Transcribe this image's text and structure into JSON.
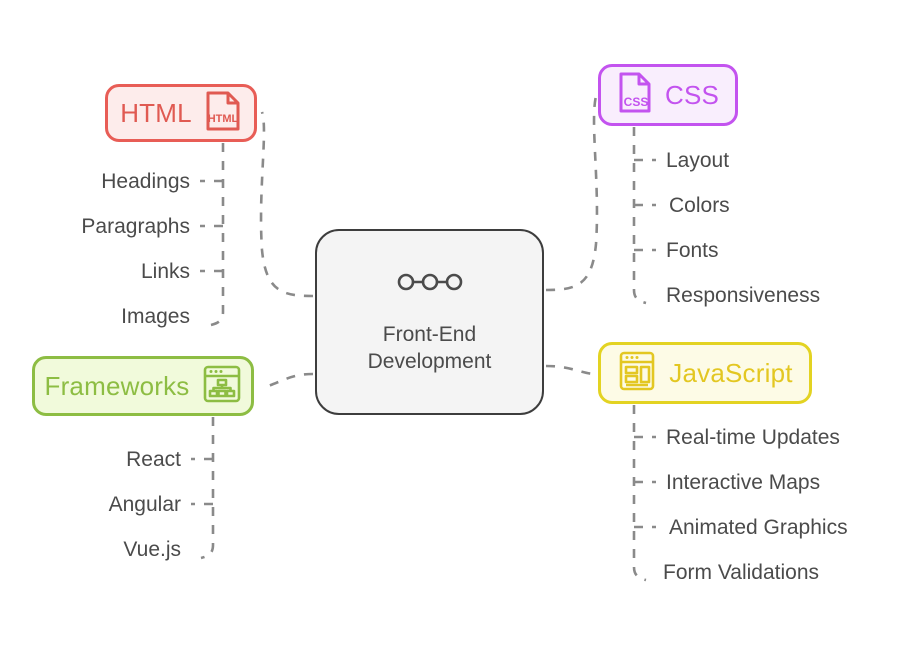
{
  "diagram": {
    "type": "mind-map",
    "title": "Front-End Development",
    "background_color": "#ffffff",
    "connector_color": "#8a8a8a",
    "connector_style": "dashed"
  },
  "center": {
    "label_line1": "Front-End",
    "label_line2": "Development",
    "icon": "chain-link-icon",
    "border_color": "#3d3d3d",
    "fill_color": "#f4f4f4",
    "text_color": "#4b4b4b"
  },
  "branches": [
    {
      "id": "html",
      "label": "HTML",
      "icon": "html-file-icon",
      "icon_position": "right",
      "accent_color": "#e05a52",
      "border_color": "#e85d56",
      "fill_color": "#fdeceb",
      "side": "left",
      "leaves": [
        "Headings",
        "Paragraphs",
        "Links",
        "Images"
      ]
    },
    {
      "id": "frameworks",
      "label": "Frameworks",
      "icon": "browser-tree-icon",
      "icon_position": "right",
      "accent_color": "#8dbd43",
      "border_color": "#8dbd43",
      "fill_color": "#f1fadb",
      "side": "left",
      "leaves": [
        "React",
        "Angular",
        "Vue.js"
      ]
    },
    {
      "id": "css",
      "label": "CSS",
      "icon": "css-file-icon",
      "icon_position": "left",
      "accent_color": "#c353ef",
      "border_color": "#c353ef",
      "fill_color": "#f9eefd",
      "side": "right",
      "leaves": [
        "Layout",
        "Colors",
        "Fonts",
        "Responsiveness"
      ]
    },
    {
      "id": "javascript",
      "label": "JavaScript",
      "icon": "browser-layout-icon",
      "icon_position": "left",
      "accent_color": "#e3c722",
      "border_color": "#e3d322",
      "fill_color": "#fdfbe6",
      "side": "right",
      "leaves": [
        "Real-time Updates",
        "Interactive Maps",
        "Animated Graphics",
        "Form Validations"
      ]
    }
  ]
}
